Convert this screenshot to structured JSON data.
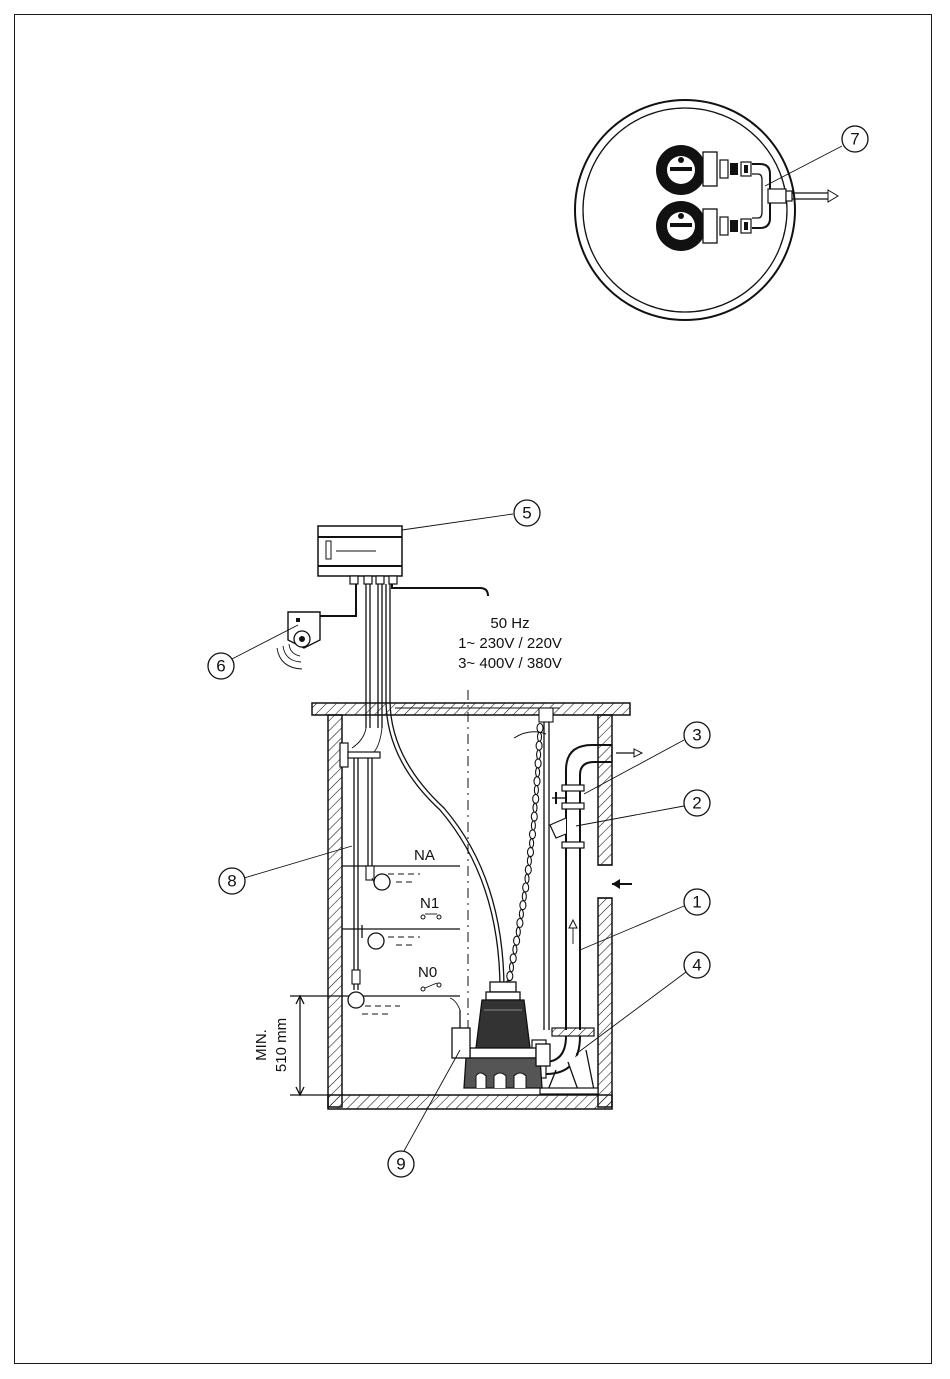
{
  "electrical": {
    "frequency": "50 Hz",
    "single_phase": "1~ 230V / 220V",
    "three_phase": "3~ 400V / 380V"
  },
  "levels": {
    "na": "NA",
    "n1": "N1",
    "n0": "N0"
  },
  "dimension": {
    "line1": "MIN.",
    "line2": "510 mm"
  },
  "callouts": {
    "c1": "1",
    "c2": "2",
    "c3": "3",
    "c4": "4",
    "c5": "5",
    "c6": "6",
    "c7": "7",
    "c8": "8",
    "c9": "9"
  }
}
